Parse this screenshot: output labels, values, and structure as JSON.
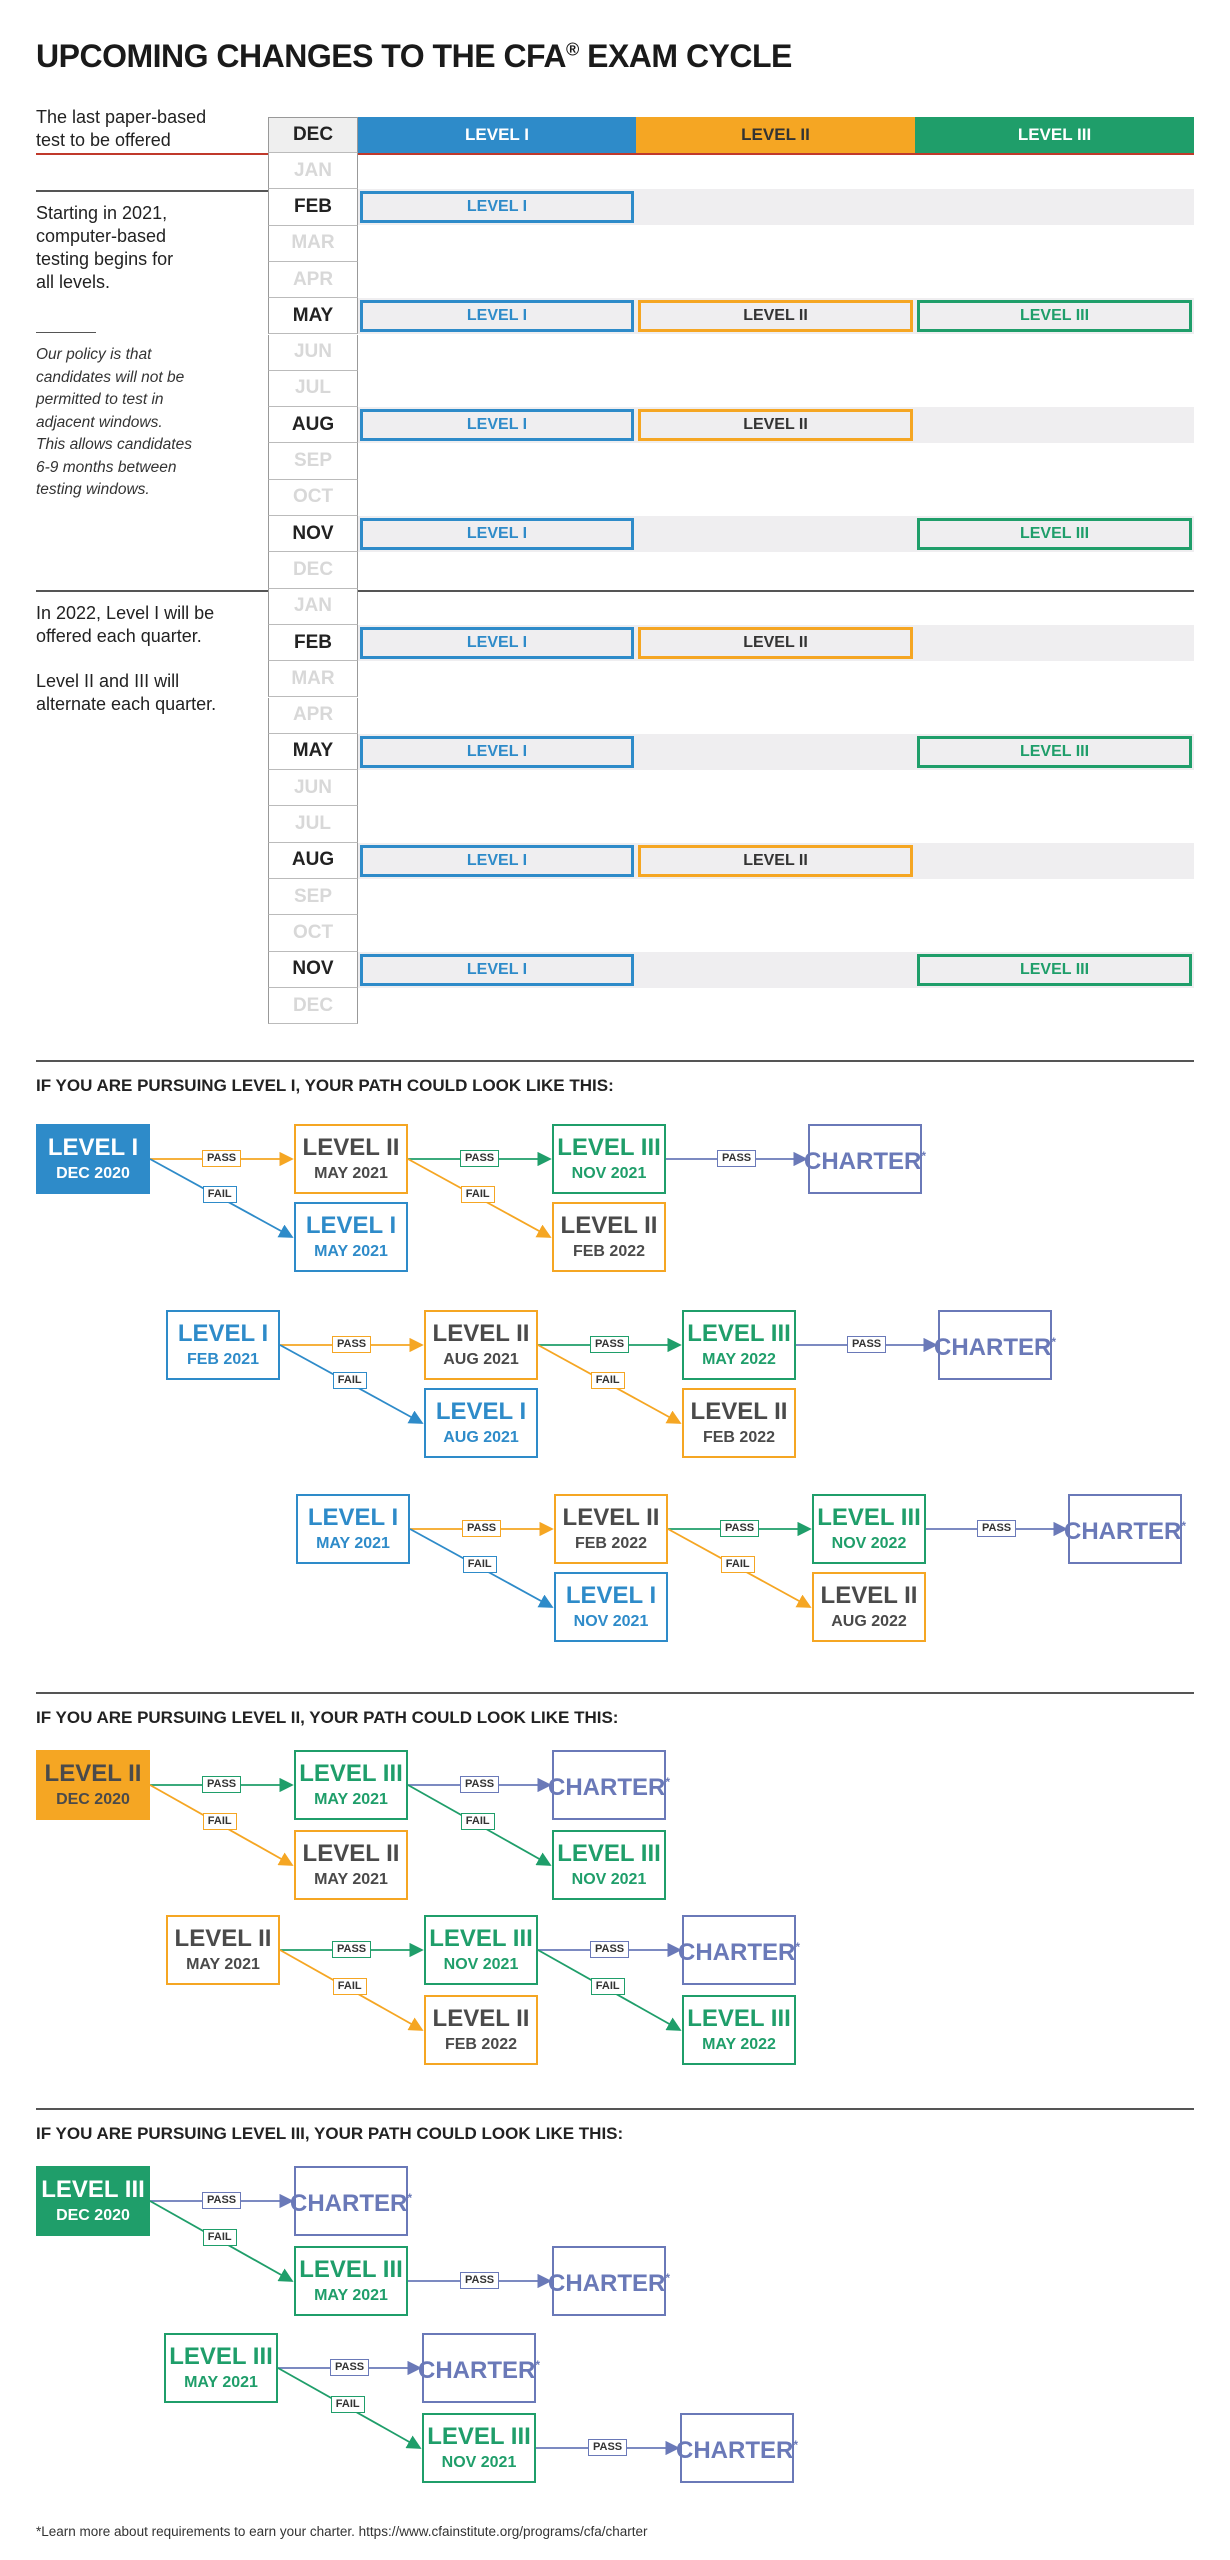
{
  "title": {
    "main": "UPCOMING CHANGES TO THE CFA",
    "reg": "®",
    "rest": " EXAM CYCLE"
  },
  "notes": {
    "paper": [
      "The last paper-based",
      "test to be offered"
    ],
    "cbt": [
      "Starting in 2021,",
      "computer-based",
      "testing begins for",
      "all levels."
    ],
    "policy": [
      "Our policy is that",
      "candidates will not be",
      "permitted to test in",
      "adjacent windows.",
      "This allows candidates",
      "6-9 months between",
      "testing windows."
    ],
    "y2022a": [
      "In 2022, Level I will be",
      "offered each quarter."
    ],
    "y2022b": [
      "Level II and III will",
      "alternate each quarter."
    ]
  },
  "headers": {
    "month": "DEC",
    "l1": "LEVEL I",
    "l2": "LEVEL II",
    "l3": "LEVEL III"
  },
  "colors": {
    "l1": "#2e8bc9",
    "l2": "#f5a623",
    "l3": "#1f9e6a",
    "charter": "#6a79b8",
    "band": "#efeef0",
    "redline": "#c0392b"
  },
  "months": [
    {
      "m": "JAN",
      "on": false,
      "slots": []
    },
    {
      "m": "FEB",
      "on": true,
      "slots": [
        "LEVEL I"
      ]
    },
    {
      "m": "MAR",
      "on": false,
      "slots": []
    },
    {
      "m": "APR",
      "on": false,
      "slots": []
    },
    {
      "m": "MAY",
      "on": true,
      "slots": [
        "LEVEL I",
        "LEVEL II",
        "LEVEL III"
      ]
    },
    {
      "m": "JUN",
      "on": false,
      "slots": []
    },
    {
      "m": "JUL",
      "on": false,
      "slots": []
    },
    {
      "m": "AUG",
      "on": true,
      "slots": [
        "LEVEL I",
        "LEVEL II"
      ]
    },
    {
      "m": "SEP",
      "on": false,
      "slots": []
    },
    {
      "m": "OCT",
      "on": false,
      "slots": []
    },
    {
      "m": "NOV",
      "on": true,
      "slots": [
        "LEVEL I",
        "",
        "LEVEL III"
      ]
    },
    {
      "m": "DEC",
      "on": false,
      "slots": []
    },
    {
      "m": "JAN",
      "on": false,
      "slots": []
    },
    {
      "m": "FEB",
      "on": true,
      "slots": [
        "LEVEL I",
        "LEVEL II"
      ]
    },
    {
      "m": "MAR",
      "on": false,
      "slots": []
    },
    {
      "m": "APR",
      "on": false,
      "slots": []
    },
    {
      "m": "MAY",
      "on": true,
      "slots": [
        "LEVEL I",
        "",
        "LEVEL III"
      ]
    },
    {
      "m": "JUN",
      "on": false,
      "slots": []
    },
    {
      "m": "JUL",
      "on": false,
      "slots": []
    },
    {
      "m": "AUG",
      "on": true,
      "slots": [
        "LEVEL I",
        "LEVEL II"
      ]
    },
    {
      "m": "SEP",
      "on": false,
      "slots": []
    },
    {
      "m": "OCT",
      "on": false,
      "slots": []
    },
    {
      "m": "NOV",
      "on": true,
      "slots": [
        "LEVEL I",
        "",
        "LEVEL III"
      ]
    },
    {
      "m": "DEC",
      "on": false,
      "slots": []
    }
  ],
  "sections": {
    "s1": "IF YOU ARE PURSUING LEVEL I, YOUR PATH COULD LOOK LIKE THIS:",
    "s2": "IF YOU ARE PURSUING LEVEL II, YOUR PATH COULD LOOK LIKE THIS:",
    "s3": "IF YOU ARE PURSUING LEVEL III, YOUR PATH COULD LOOK LIKE THIS:"
  },
  "labels": {
    "pass": "PASS",
    "fail": "FAIL",
    "charter": "CHARTER",
    "star": "*"
  },
  "paths": {
    "p1a": {
      "start": [
        "LEVEL I",
        "DEC 2020"
      ],
      "pass1": [
        "LEVEL II",
        "MAY 2021"
      ],
      "fail1": [
        "LEVEL I",
        "MAY 2021"
      ],
      "pass2": [
        "LEVEL III",
        "NOV 2021"
      ],
      "fail2": [
        "LEVEL II",
        "FEB 2022"
      ]
    },
    "p1b": {
      "start": [
        "LEVEL I",
        "FEB 2021"
      ],
      "pass1": [
        "LEVEL II",
        "AUG 2021"
      ],
      "fail1": [
        "LEVEL I",
        "AUG 2021"
      ],
      "pass2": [
        "LEVEL III",
        "MAY 2022"
      ],
      "fail2": [
        "LEVEL II",
        "FEB 2022"
      ]
    },
    "p1c": {
      "start": [
        "LEVEL I",
        "MAY 2021"
      ],
      "pass1": [
        "LEVEL II",
        "FEB 2022"
      ],
      "fail1": [
        "LEVEL I",
        "NOV 2021"
      ],
      "pass2": [
        "LEVEL III",
        "NOV 2022"
      ],
      "fail2": [
        "LEVEL II",
        "AUG 2022"
      ]
    },
    "p2a": {
      "start": [
        "LEVEL II",
        "DEC 2020"
      ],
      "pass1": [
        "LEVEL III",
        "MAY 2021"
      ],
      "fail1": [
        "LEVEL II",
        "MAY 2021"
      ],
      "fail2": [
        "LEVEL III",
        "NOV 2021"
      ]
    },
    "p2b": {
      "start": [
        "LEVEL II",
        "MAY 2021"
      ],
      "pass1": [
        "LEVEL III",
        "NOV 2021"
      ],
      "fail1": [
        "LEVEL II",
        "FEB 2022"
      ],
      "fail2": [
        "LEVEL III",
        "MAY 2022"
      ]
    },
    "p3a": {
      "start": [
        "LEVEL III",
        "DEC 2020"
      ],
      "fail1": [
        "LEVEL III",
        "MAY 2021"
      ]
    },
    "p3b": {
      "start": [
        "LEVEL III",
        "MAY 2021"
      ],
      "fail1": [
        "LEVEL III",
        "NOV 2021"
      ]
    }
  },
  "footer": "*Learn more about requirements to earn your charter.  https://www.cfainstitute.org/programs/cfa/charter"
}
